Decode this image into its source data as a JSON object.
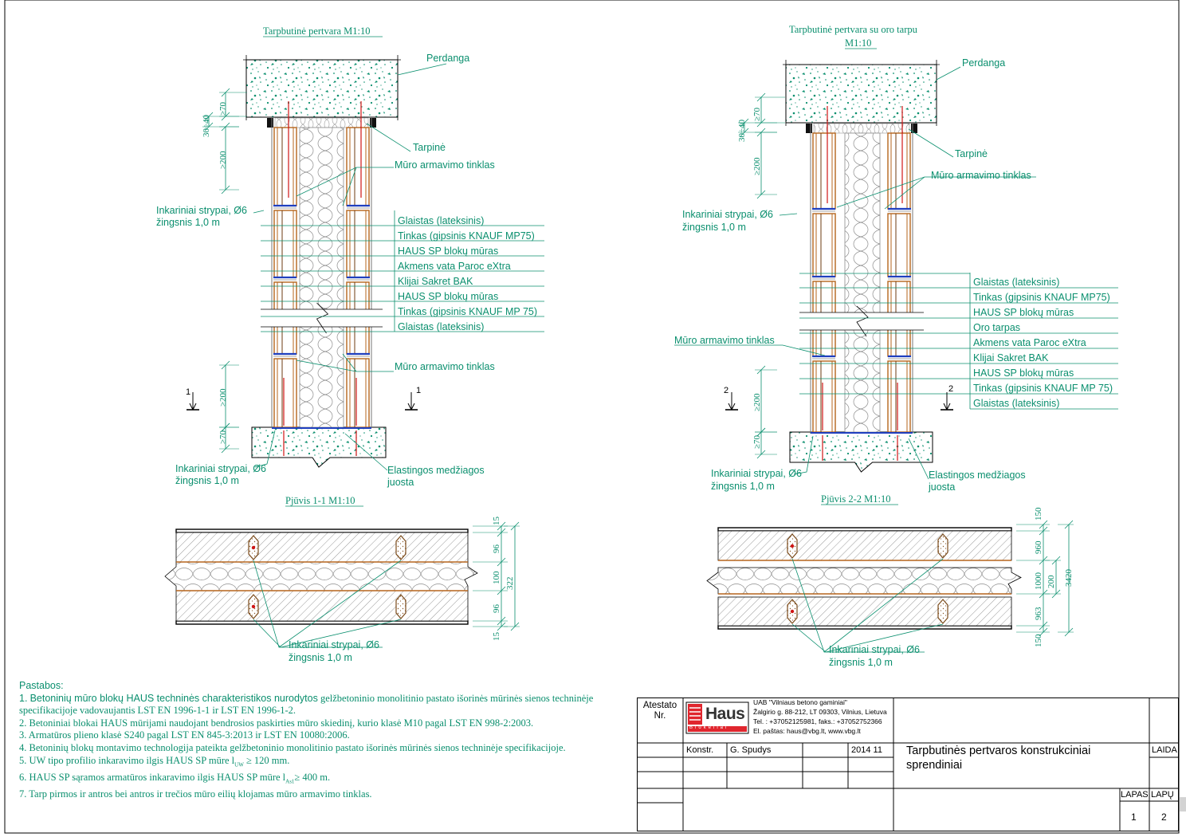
{
  "left_detail": {
    "title": "Tarpbutinė pertvara M1:10",
    "labels": {
      "perdanga": "Perdanga",
      "tarpine": "Tarpinė",
      "muro_tinklas_top": "Mūro armavimo tinklas",
      "inkariniai_top_1": "Inkariniai strypai, Ø6",
      "inkariniai_top_2": "žingsnis 1,0 m",
      "muro_tinklas_bottom": "Mūro armavimo tinklas",
      "inkariniai_bottom_1": "Inkariniai strypai, Ø6",
      "inkariniai_bottom_2": "žingsnis 1,0 m",
      "elastingos_1": "Elastingos medžiagos",
      "elastingos_2": "juosta"
    },
    "layers": [
      "Glaistas (lateksinis)",
      "Tinkas (gipsinis KNAUF MP75)",
      "HAUS SP blokų mūras",
      "Akmens vata Paroc eXtra",
      "Klijai Sakret BAK",
      "HAUS SP blokų mūras",
      "Tinkas (gipsinis KNAUF MP 75)",
      "Glaistas (lateksinis)"
    ],
    "dims": {
      "d70_top": "≥70",
      "d30_40": "30÷40",
      "d200_top": "≥200",
      "d200_bottom": "≥200",
      "d70_bottom": "≥70"
    },
    "section_mark": "1"
  },
  "right_detail": {
    "title_1": "Tarpbutinė pertvara su oro tarpu",
    "title_2": "M1:10",
    "labels": {
      "perdanga": "Perdanga",
      "tarpine": "Tarpinė",
      "muro_tinklas_top": "Mūro armavimo tinklas",
      "inkariniai_top_1": "Inkariniai strypai, Ø6",
      "inkariniai_top_2": "žingsnis 1,0 m",
      "muro_tinklas_mid": "Mūro armavimo tinklas",
      "inkariniai_bottom_1": "Inkariniai strypai, Ø6",
      "inkariniai_bottom_2": "žingsnis 1,0 m",
      "elastingos_1": "Elastingos medžiagos",
      "elastingos_2": "juosta"
    },
    "layers": [
      "Glaistas (lateksinis)",
      "Tinkas (gipsinis KNAUF MP75)",
      "HAUS SP blokų mūras",
      "Oro tarpas",
      "Akmens vata Paroc eXtra",
      "Klijai Sakret BAK",
      "HAUS SP blokų mūras",
      "Tinkas (gipsinis KNAUF MP 75)",
      "Glaistas (lateksinis)"
    ],
    "dims": {
      "d70_top": "≥70",
      "d30_40": "30÷40",
      "d200_top": "≥200",
      "d200_bottom": "≥200",
      "d70_bottom": "≥70"
    },
    "section_mark": "2"
  },
  "section_1": {
    "title": "Pjūvis 1-1 M1:10",
    "dims": [
      "15",
      "96",
      "100",
      "96",
      "15"
    ],
    "total": "322",
    "label_1": "Inkariniai strypai, Ø6",
    "label_2": "žingsnis 1,0 m"
  },
  "section_2": {
    "title": "Pjūvis 2-2 M1:10",
    "dims": [
      "150",
      "960",
      "1000",
      "963",
      "150"
    ],
    "air": "200",
    "total": "3420",
    "label_1": "Inkariniai strypai, Ø6",
    "label_2": "žingsnis 1,0 m"
  },
  "notes": {
    "heading": "Pastabos:",
    "n1_num": "1.",
    "n1_a": "Betoninių mūro blokų HAUS techninės charakteristikos nurodytos",
    "n1_b": " gelžbetoninio monolitinio pastato išorinės mūrinės sienos techninėje specifikacijoje vadovaujantis LST EN 1996-1-1 ir LST EN 1996-1-2.",
    "n2": "2. Betoniniai blokai HAUS mūrijami naudojant bendrosios paskirties mūro skiedinį, kurio klasė M10 pagal LST EN 998-2:2003.",
    "n3": "3. Armatūros plieno klasė S240 pagal LST EN 845-3:2013 ir LST EN 10080:2006.",
    "n4": "4. Betoninių blokų montavimo technologija pateikta gelžbetoninio monolitinio pastato išorinės mūrinės sienos techninėje specifikacijoje.",
    "n5_a": "5. UW tipo profilio inkaravimo ilgis HAUS SP mūre l",
    "n5_sub": "UW",
    "n5_b": " ≥ 120 mm.",
    "n6_a": "6. HAUS SP sąramos armatūros inkaravimo ilgis HAUS SP mūre l",
    "n6_sub": "As1",
    "n6_b": "≥ 400 m.",
    "n7": "7. Tarp pirmos ir antros bei antros ir trečios mūro eilių klojamas mūro armavimo tinklas."
  },
  "title_block": {
    "atestato_1": "Atestato",
    "atestato_2": "Nr.",
    "logo_text": "Haus",
    "logo_sub": "Blokeliai",
    "company_1": "UAB \"Vilniaus betono gaminiai\"",
    "company_2": "Žalgirio g. 88-212, LT 09303, Vilnius, Lietuva",
    "company_3": "Tel. : +37052125981, faks.: +37052752366",
    "company_4": "El. paštas: haus@vbg.lt, www.vbg.lt",
    "role": "Konstr.",
    "name": "G. Spudys",
    "date": "2014 11",
    "title_1": "Tarpbutinės pertvaros konstrukciniai",
    "title_2": "sprendiniai",
    "laida": "LAIDA",
    "lapas": "LAPAS",
    "lapu": "LAPŲ",
    "lapas_val": "1",
    "lapu_val": "2"
  },
  "colors": {
    "accent": "#0a8f6e",
    "block": "#b5651d",
    "mesh": "#1f3fbf",
    "bar": "#d01515",
    "logo": "#e0262e"
  }
}
